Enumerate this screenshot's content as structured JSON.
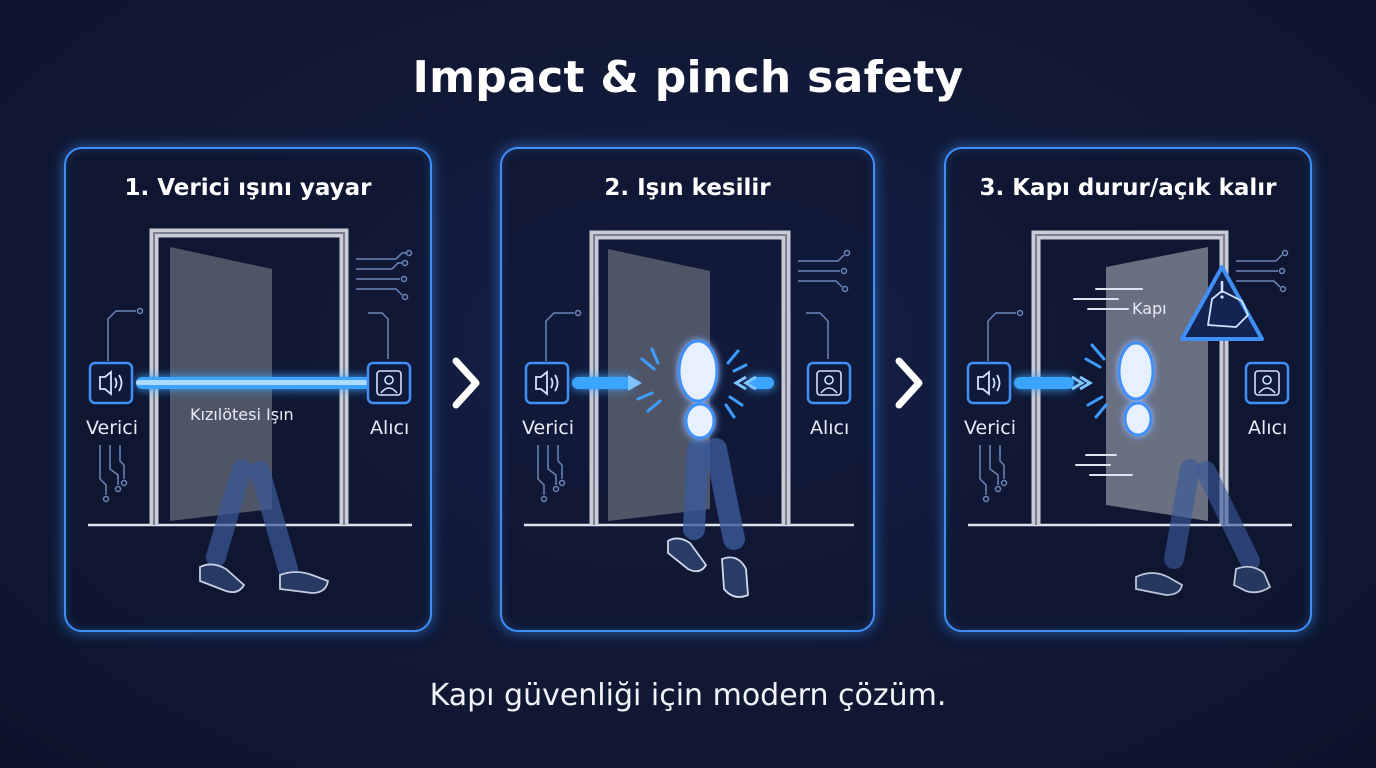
{
  "title": "Impact & pinch safety",
  "caption": "Kapı güvenliği için modern çözüm.",
  "accent_color": "#3f8ff7",
  "beam_color": "#3ba4ff",
  "background_color": "#111a35",
  "panels": [
    {
      "title": "1. Verici ışını yayar",
      "emitter_label": "Verici",
      "receiver_label": "Alıcı",
      "beam_label": "Kızılötesi Işın"
    },
    {
      "title": "2. Işın kesilir",
      "emitter_label": "Verici",
      "receiver_label": "Alıcı"
    },
    {
      "title": "3. Kapı durur/açık kalır",
      "emitter_label": "Verici",
      "receiver_label": "Alıcı",
      "door_label": "Kapı"
    }
  ],
  "icons": {
    "emitter": "speaker-icon",
    "receiver": "person-icon",
    "next": "chevron-right-icon",
    "warning": "pinch-warning-icon",
    "footprint": "footprint-icon"
  }
}
